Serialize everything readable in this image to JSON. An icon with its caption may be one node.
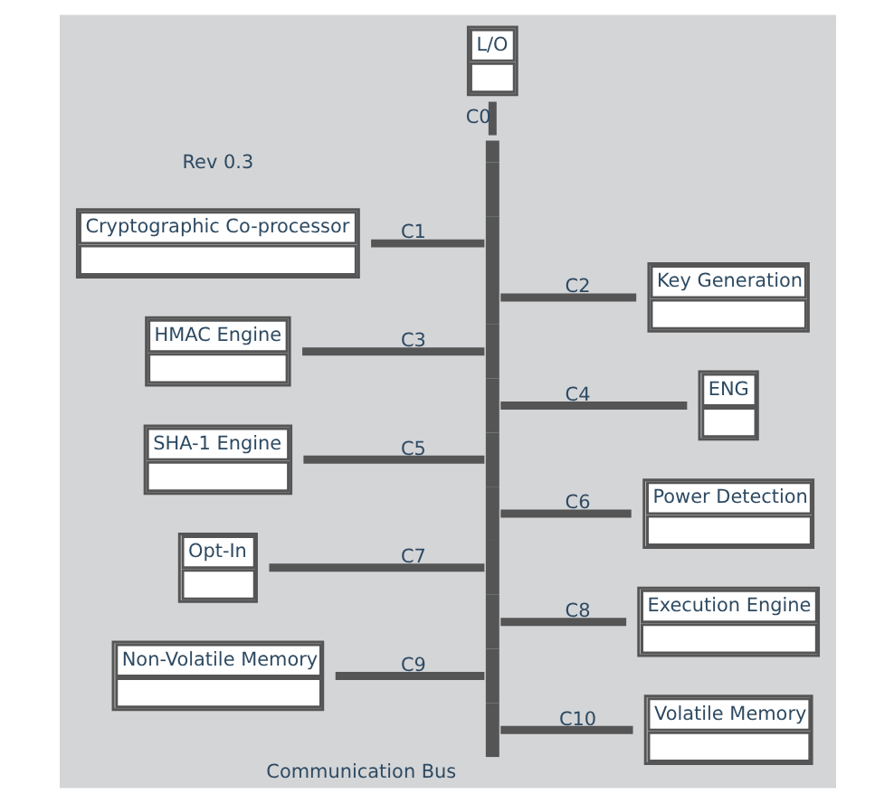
{
  "diagram": {
    "nodes": [
      {
        "text": [],
        "shape": "bar",
        "beside": [
          "Communication Bus"
        ]
      },
      {
        "text": [
          "L/O"
        ]
      },
      {
        "text": [
          "Cryptographic Co-processor"
        ]
      },
      {
        "text": [
          "Key Generation"
        ]
      },
      {
        "text": [
          "HMAC Engine"
        ]
      },
      {
        "text": [
          "ENG"
        ]
      },
      {
        "text": [
          "SHA-1 Engine"
        ]
      },
      {
        "text": [
          "Power Detection"
        ]
      },
      {
        "text": [
          "Opt-In"
        ]
      },
      {
        "text": [
          "Execution Engine"
        ]
      },
      {
        "text": [
          "Non-Volatile Memory"
        ]
      },
      {
        "text": [
          "Volatile Memory"
        ]
      }
    ],
    "edges": [
      {
        "from": 1,
        "to": 0,
        "arrow": "none",
        "label": "C0"
      },
      {
        "from": 2,
        "to": 0,
        "arrow": "none",
        "label": "C1"
      },
      {
        "from": 0,
        "to": 3,
        "arrow": "none",
        "label": "C2"
      },
      {
        "from": 4,
        "to": 0,
        "arrow": "none",
        "label": "C3"
      },
      {
        "from": 0,
        "to": 5,
        "arrow": "none",
        "label": "C4"
      },
      {
        "from": 6,
        "to": 0,
        "arrow": "none",
        "label": "C5"
      },
      {
        "from": 0,
        "to": 7,
        "arrow": "none",
        "label": "C6"
      },
      {
        "from": 8,
        "to": 0,
        "arrow": "none",
        "label": "C7"
      },
      {
        "from": 0,
        "to": 9,
        "arrow": "none",
        "label": "C8"
      },
      {
        "from": 10,
        "to": 0,
        "arrow": "none",
        "label": "C9"
      },
      {
        "from": 0,
        "to": 11,
        "arrow": "none",
        "label": "C10"
      }
    ],
    "labels": [
      "Rev 0.3"
    ]
  }
}
